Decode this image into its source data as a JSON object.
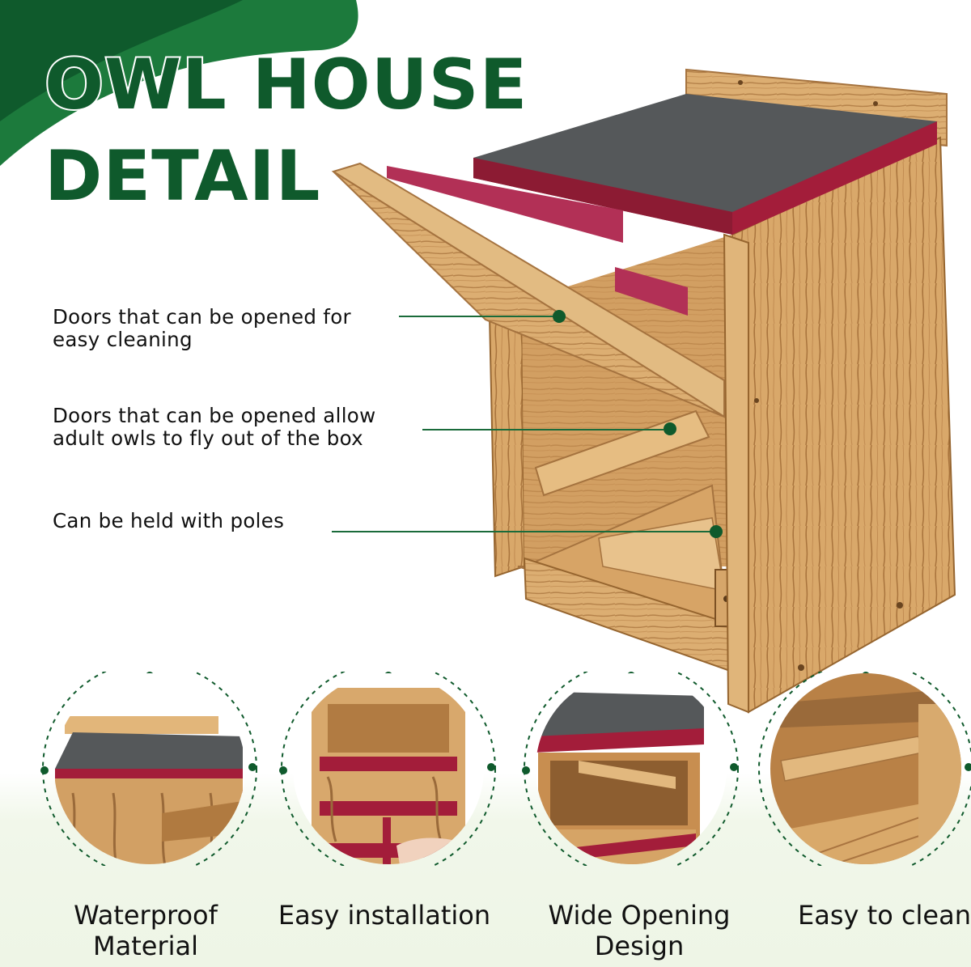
{
  "title": {
    "line1": "OWL HOUSE",
    "line2": "DETAIL"
  },
  "colors": {
    "brand_green": "#0f5a2c",
    "leaf_green": "#1c7a3c",
    "wood_light": "#e0b57a",
    "wood_dark": "#9a6a3a",
    "roof_gray": "#55585a",
    "accent_red": "#a31d3a"
  },
  "callouts": [
    {
      "line1": "Doors that can be opened for",
      "line2": "easy cleaning"
    },
    {
      "line1": "Doors that can be opened allow",
      "line2": "adult owls to fly out of the box"
    },
    {
      "line1": "Can be held with poles",
      "line2": ""
    }
  ],
  "features": [
    {
      "line1": "Waterproof",
      "line2": "Material",
      "icon": "roof-closeup-icon"
    },
    {
      "line1": "Easy installation",
      "line2": "",
      "icon": "pole-mount-icon"
    },
    {
      "line1": "Wide Opening",
      "line2": "Design",
      "icon": "open-door-icon"
    },
    {
      "line1": "Easy to clean",
      "line2": "",
      "icon": "interior-tray-icon"
    }
  ]
}
